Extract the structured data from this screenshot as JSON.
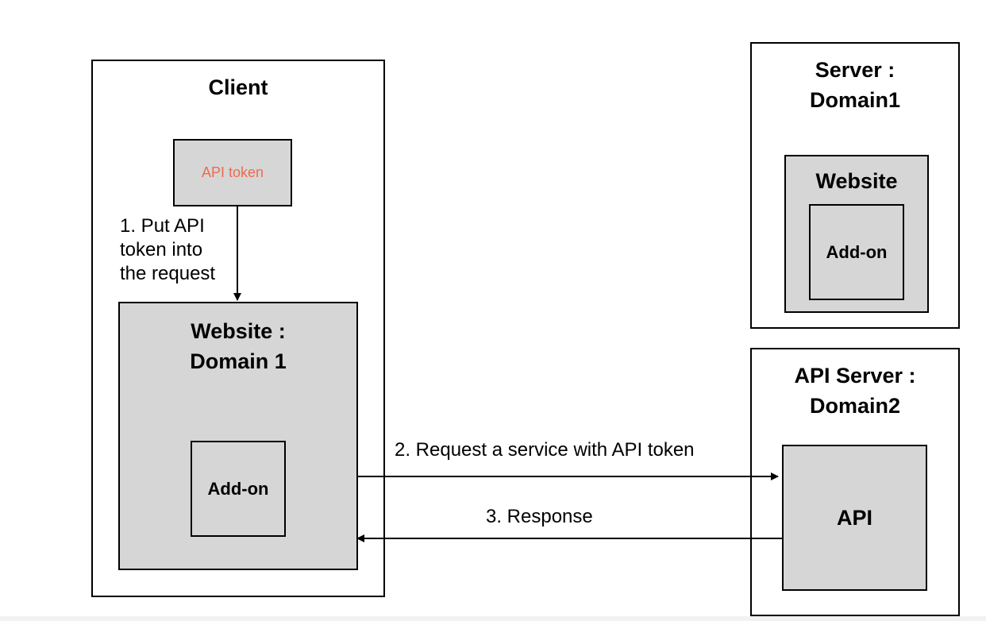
{
  "client": {
    "title": "Client",
    "token_box": {
      "label": "API token",
      "label_color": "#ee6b50"
    },
    "step1_label": [
      "1. Put API",
      "token into",
      "the request"
    ],
    "website": {
      "title": [
        "Website :",
        "Domain 1"
      ],
      "addon_label": "Add-on"
    }
  },
  "server": {
    "title": [
      "Server :",
      "Domain1"
    ],
    "website": {
      "title": "Website",
      "addon_label": "Add-on"
    }
  },
  "api_server": {
    "title": [
      "API Server :",
      "Domain2"
    ],
    "api_label": "API"
  },
  "edges": {
    "request_label": "2. Request a service with API token",
    "response_label": "3. Response"
  },
  "colors": {
    "box_fill": "#d6d6d6",
    "stroke": "#000000",
    "token_text": "#ee6b50"
  }
}
